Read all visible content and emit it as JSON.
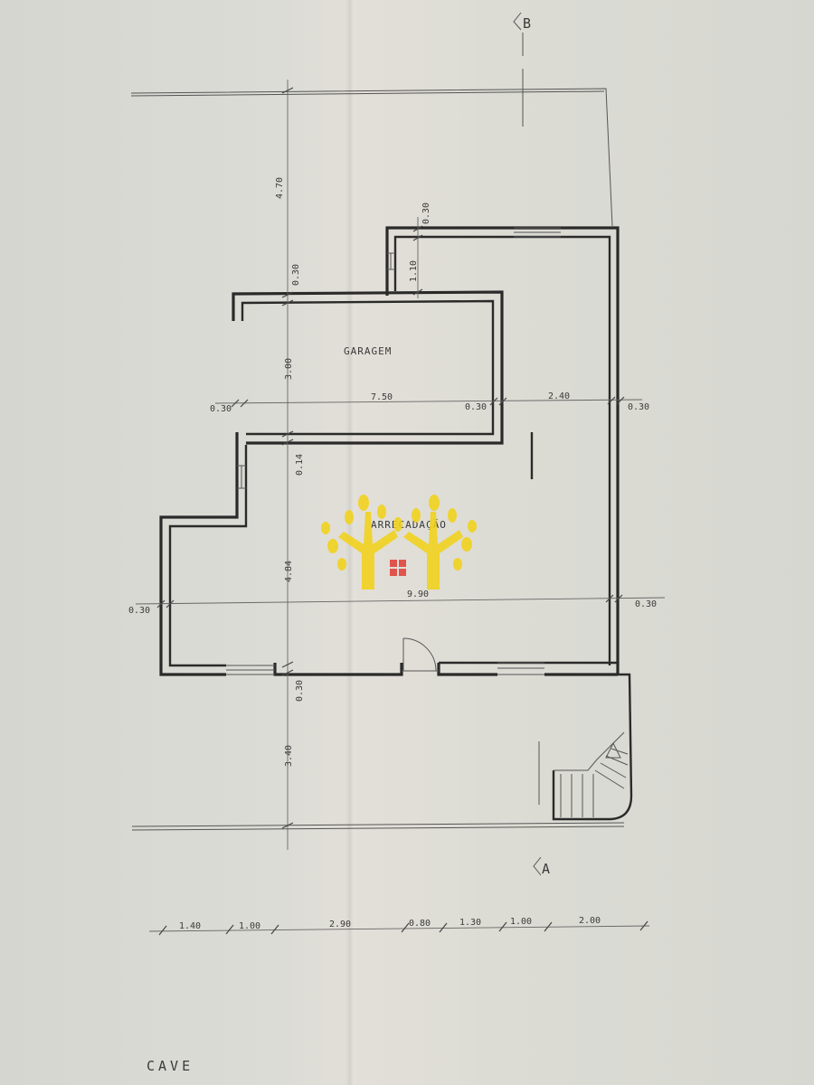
{
  "rooms": {
    "garage": "GARAGEM",
    "hall": "ARRECADAÇÃO"
  },
  "section_markers": {
    "top": "B",
    "bottom": "A"
  },
  "dimensions": {
    "v_top": "4.70",
    "v_wall1": "0.30",
    "v_garage": "3.00",
    "v_wall2": "0.14",
    "v_hall": "4.84",
    "v_wall3": "0.30",
    "v_bottom": "3.40",
    "v_notch_wall": "0.30",
    "v_notch": "1.10",
    "h_left_wall": "0.30",
    "h_garage": "7.50",
    "h_mid_wall": "0.30",
    "h_right": "2.40",
    "h_right_wall": "0.30",
    "h2_left_wall": "0.30",
    "h2_total": "9.90",
    "h2_right_wall": "0.30"
  },
  "bottom_chain": [
    "1.40",
    "1.00",
    "2.90",
    "0.80",
    "1.30",
    "1.00",
    "2.00"
  ],
  "sheet_label": "CAVE",
  "logo": {
    "color_tree": "#f2d21a",
    "color_house": "#e0413a"
  }
}
